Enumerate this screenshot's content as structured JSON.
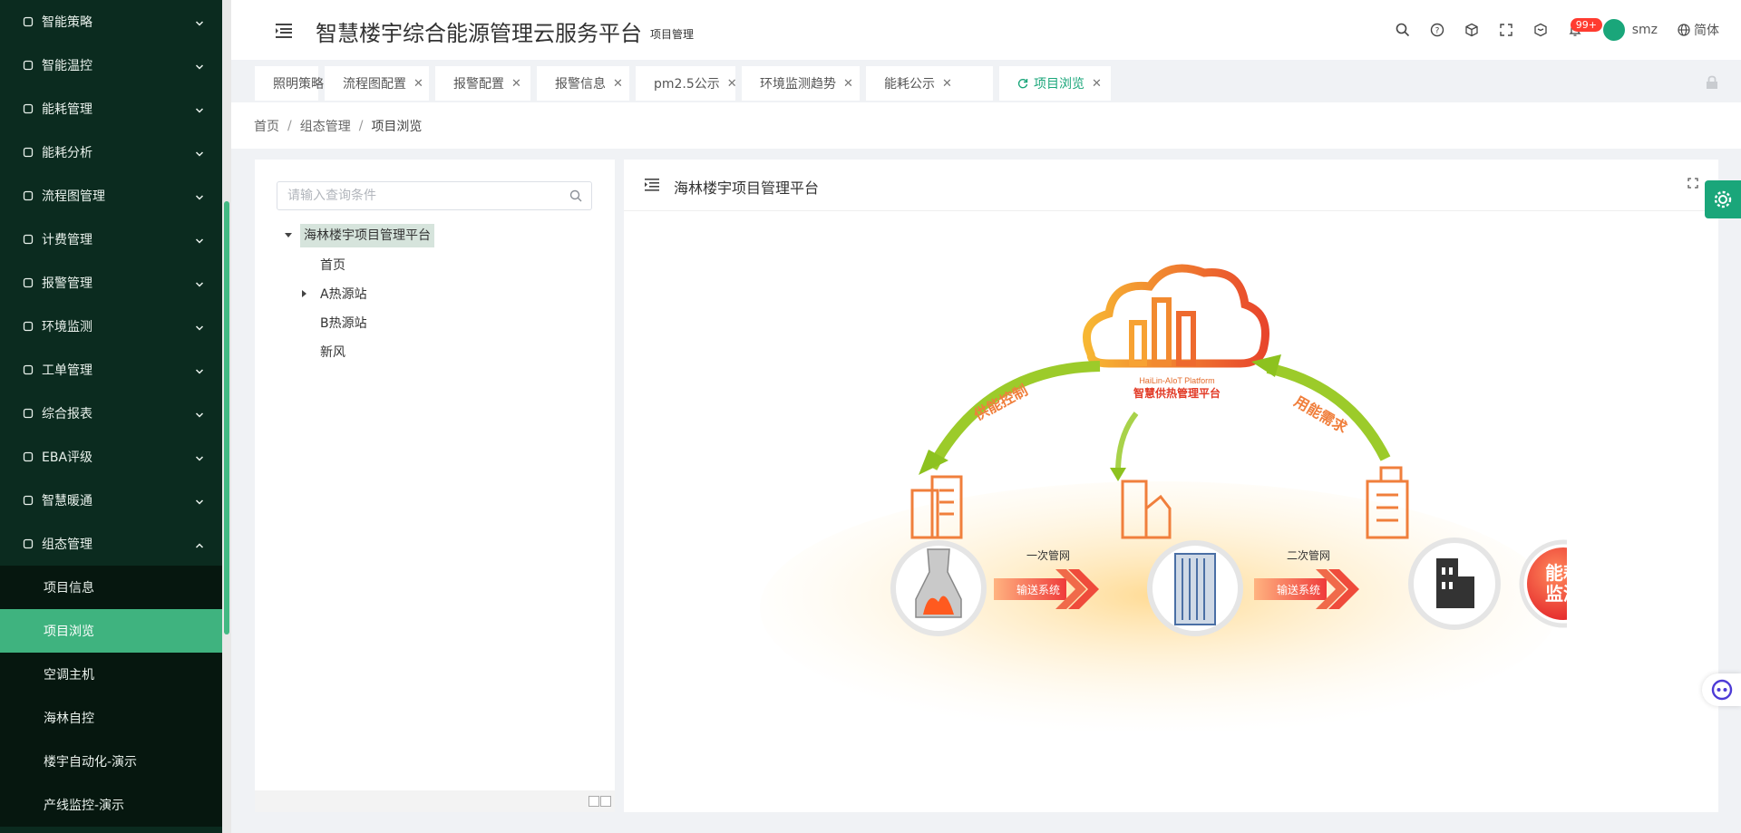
{
  "sidebar": {
    "items": [
      {
        "label": "智能策略",
        "icon": "bulb-icon"
      },
      {
        "label": "智能温控",
        "icon": "panel-icon"
      },
      {
        "label": "能耗管理",
        "icon": "sliders-icon"
      },
      {
        "label": "能耗分析",
        "icon": "bar-chart-icon"
      },
      {
        "label": "流程图管理",
        "icon": "flow-icon"
      },
      {
        "label": "计费管理",
        "icon": "billing-icon"
      },
      {
        "label": "报警管理",
        "icon": "alarm-icon"
      },
      {
        "label": "环境监测",
        "icon": "leaf-icon"
      },
      {
        "label": "工单管理",
        "icon": "layers-icon"
      },
      {
        "label": "综合报表",
        "icon": "report-icon"
      },
      {
        "label": "EBA评级",
        "icon": "rating-icon"
      },
      {
        "label": "智慧暖通",
        "icon": "hvac-icon"
      },
      {
        "label": "组态管理",
        "icon": "config-icon"
      }
    ],
    "subitems": [
      "项目信息",
      "项目浏览",
      "空调主机",
      "海林自控",
      "楼宇自动化-演示",
      "产线监控-演示"
    ],
    "active_sub": "项目浏览"
  },
  "header": {
    "title": "智慧楼宇综合能源管理云服务平台",
    "subtitle": "项目管理",
    "badge": "99+",
    "username": "smz",
    "language": "简体"
  },
  "tabs": [
    "照明策略",
    "流程图配置",
    "报警配置",
    "报警信息",
    "pm2.5公示",
    "环境监测趋势",
    "能耗公示",
    "项目浏览"
  ],
  "breadcrumb": [
    "首页",
    "组态管理",
    "项目浏览"
  ],
  "tree": {
    "search_placeholder": "请输入查询条件",
    "root": "海林楼宇项目管理平台",
    "children": [
      "首页",
      "A热源站",
      "B热源站",
      "新风"
    ]
  },
  "main": {
    "title": "海林楼宇项目管理平台"
  },
  "diagram": {
    "platform_en": "HaiLin-AIoT Platform",
    "platform_cn": "智慧供热管理平台",
    "left_arc": "供能控制",
    "right_arc": "用能需求",
    "primary_net": "一次管网",
    "secondary_net": "二次管网",
    "transport": "输送系统",
    "energy_line1": "能耗",
    "energy_line2": "监测",
    "colors": {
      "orange": "#f07f3c",
      "green": "#8dc21f",
      "red": "#e63325"
    }
  }
}
